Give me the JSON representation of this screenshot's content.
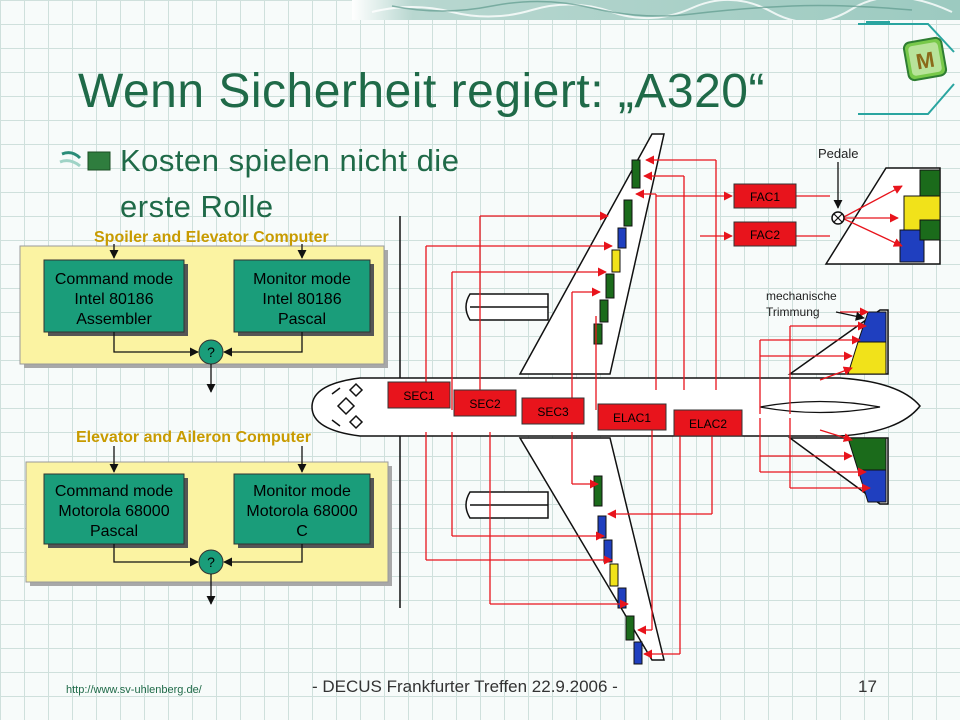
{
  "slide": {
    "title": "Wenn Sicherheit regiert: „A320“",
    "bullet": "Kosten spielen nicht die erste Rolle",
    "footer": {
      "url": "http://www.sv-uhlenberg.de/",
      "event": "- DECUS Frankfurter Treffen 22.9.2006 -",
      "page": "17"
    }
  },
  "colors": {
    "title": "#1f6a48",
    "computer_green": "#1a9d7a",
    "panel_yellow": "#fbf3a2",
    "ecu_red": "#e8141c",
    "surface_blue": "#1f3fbf",
    "surface_yellow": "#f1e21a",
    "surface_green": "#1b6b1b"
  },
  "icons": [
    "corner-logo-icon",
    "bullet-arrow-icon",
    "bullet-square-icon"
  ],
  "diagram": {
    "sec_group": {
      "heading": "Spoiler and Elevator Computer",
      "command": [
        "Command mode",
        "Intel 80186",
        "Assembler"
      ],
      "monitor": [
        "Monitor mode",
        "Intel 80186",
        "Pascal"
      ],
      "compare": "?"
    },
    "elac_group": {
      "heading": "Elevator and Aileron Computer",
      "command": [
        "Command mode",
        "Motorola 68000",
        "Pascal"
      ],
      "monitor": [
        "Monitor mode",
        "Motorola 68000",
        "C"
      ],
      "compare": "?"
    },
    "ecus": {
      "fac1": "FAC1",
      "fac2": "FAC2",
      "sec1": "SEC1",
      "sec2": "SEC2",
      "sec3": "SEC3",
      "elac1": "ELAC1",
      "elac2": "ELAC2"
    },
    "labels": {
      "pedale": "Pedale",
      "trim_line1": "mechanische",
      "trim_line2": "Trimmung"
    }
  }
}
